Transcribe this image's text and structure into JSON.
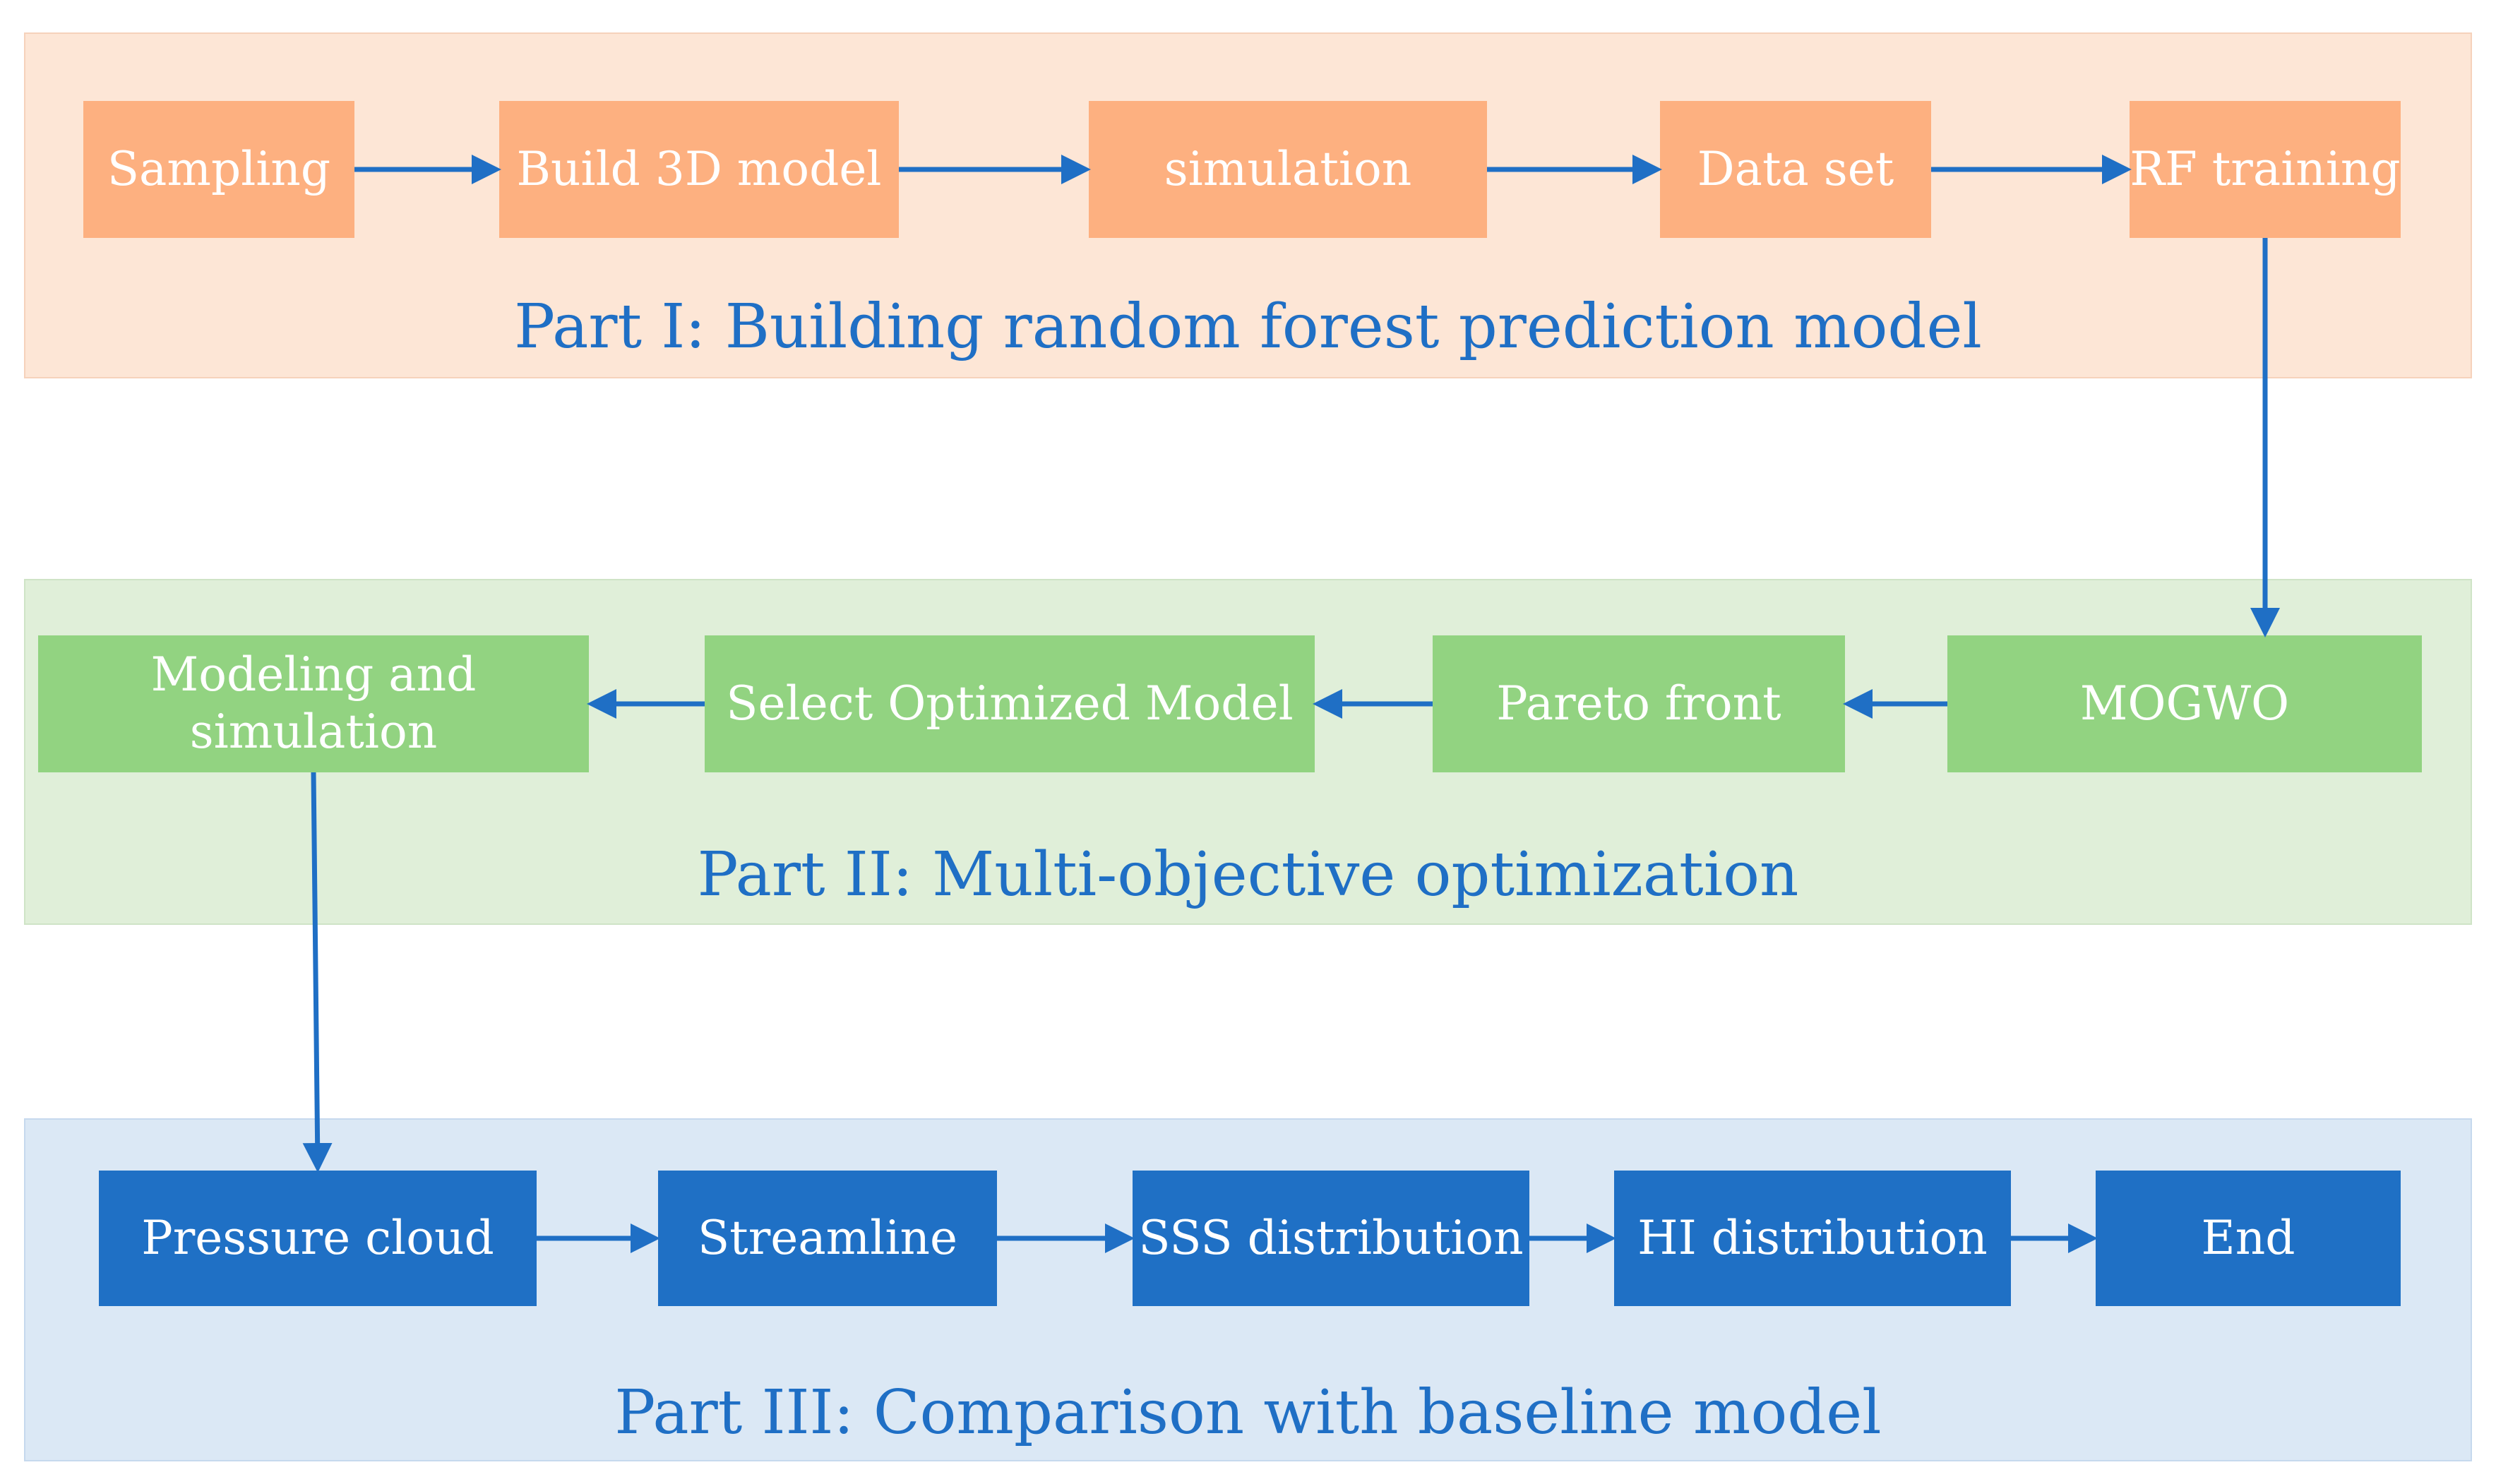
{
  "colors": {
    "part1_panel": "#fde6d6",
    "part1_box": "#fdb080",
    "part2_panel": "#e0efd9",
    "part2_box": "#92d381",
    "part3_panel": "#dbe8f5",
    "part3_box": "#1f70c5",
    "arrow": "#1f6fc5",
    "title_text": "#1f6fc5"
  },
  "part1": {
    "title": "Part I: Building random forest prediction model",
    "steps": [
      "Sampling",
      "Build 3D model",
      "simulation",
      "Data set",
      "RF training"
    ]
  },
  "part2": {
    "title": "Part II: Multi-objective optimization",
    "steps": [
      "Modeling and simulation",
      "Select Optimized Model",
      "Pareto front",
      "MOGWO"
    ]
  },
  "part3": {
    "title": "Part III: Comparison with baseline model",
    "steps": [
      "Pressure cloud",
      "Streamline",
      "SSS distribution",
      "HI distribution",
      "End"
    ]
  }
}
